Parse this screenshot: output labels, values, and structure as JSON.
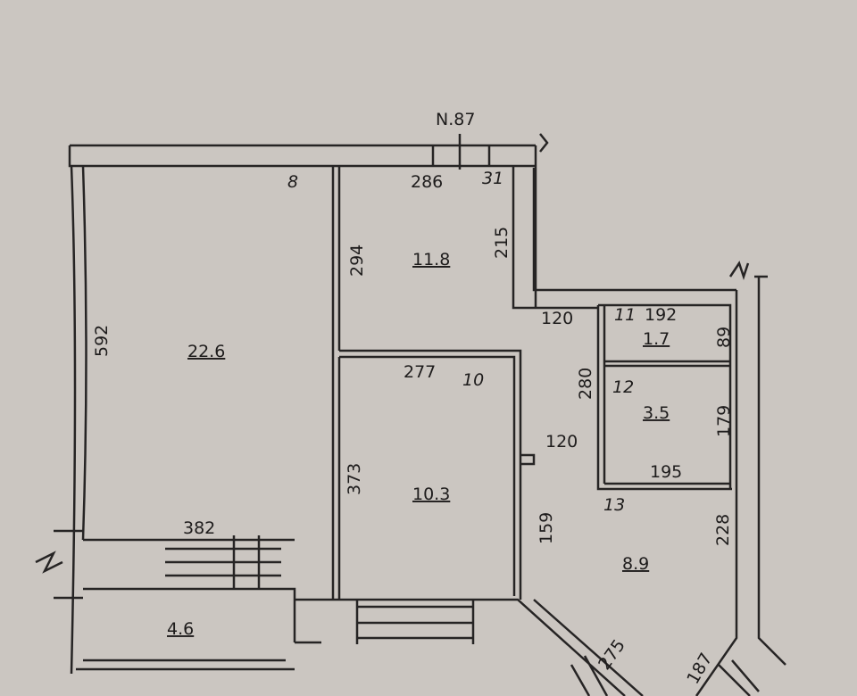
{
  "header": {
    "label": "N.87"
  },
  "rooms": [
    {
      "number": "8",
      "area": "22.6",
      "dim_a": "592",
      "dim_b": "382"
    },
    {
      "number": "31",
      "area": "11.8",
      "dim_a": "286",
      "dim_b": "294",
      "dim_c": "215"
    },
    {
      "number": "10",
      "area": "10.3",
      "dim_a": "277",
      "dim_b": "373"
    },
    {
      "number": "11",
      "area": "1.7",
      "dim_a": "192",
      "dim_b": "89"
    },
    {
      "number": "12",
      "area": "3.5",
      "dim_a": "179",
      "dim_b": "195",
      "dim_c": "280"
    },
    {
      "number": "13",
      "area": "8.9",
      "dim_a": "120",
      "dim_b": "120",
      "dim_c": "159",
      "dim_d": "228",
      "dim_e": "275",
      "dim_f": "187"
    },
    {
      "area": "4.6"
    }
  ]
}
